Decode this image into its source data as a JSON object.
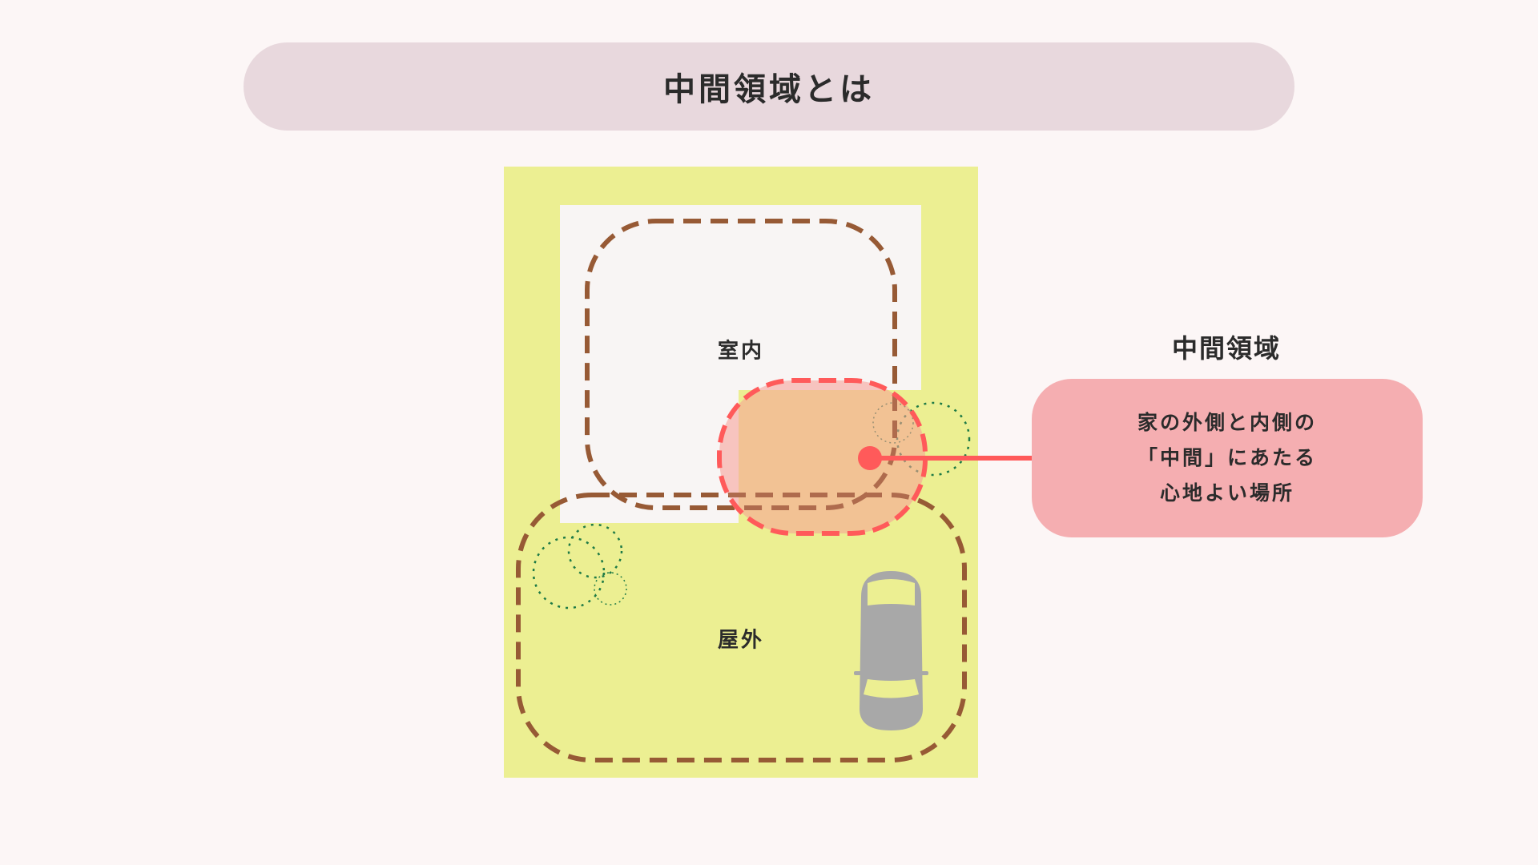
{
  "header": {
    "title": "中間領域とは"
  },
  "diagram": {
    "indoor_label": "室内",
    "outdoor_label": "屋外",
    "colors": {
      "lot": "#ecef92",
      "house": "#f8f5f4",
      "boundary": "#975a35",
      "intermediate": "#ff5a5a",
      "tree": "#1e7a46",
      "car": "#a8a8a8"
    }
  },
  "callout": {
    "title": "中間領域",
    "lines": [
      "家の外側と内側の",
      "「中間」にあたる",
      "心地よい場所"
    ],
    "color": "#f5aeb1"
  }
}
